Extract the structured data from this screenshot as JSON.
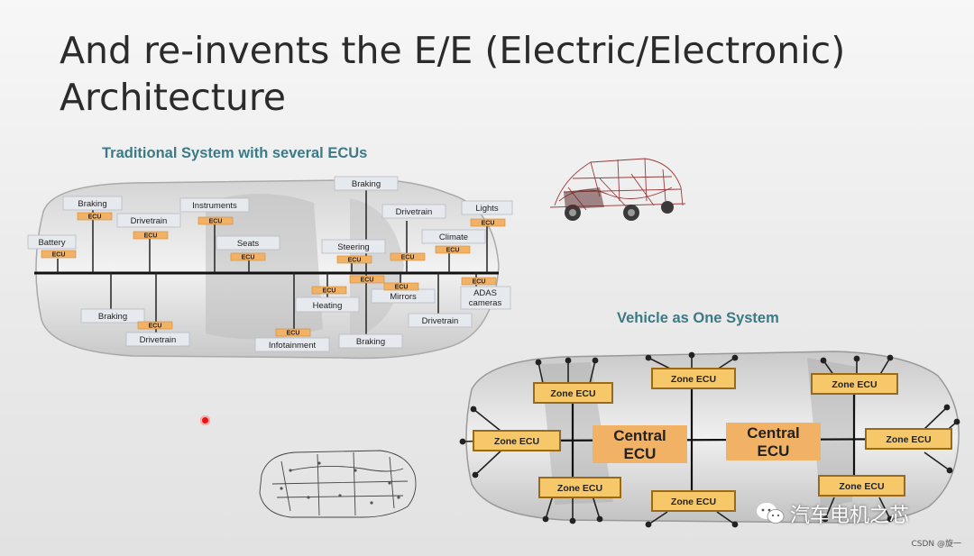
{
  "slide": {
    "title": "And re-invents the E/E (Electric/Electronic) Architecture",
    "traditional_heading": "Traditional System with several ECUs",
    "one_system_heading": "Vehicle as One System"
  },
  "traditional_boxes": {
    "braking1": "Braking",
    "battery": "Battery",
    "drivetrain1": "Drivetrain",
    "instruments": "Instruments",
    "seats": "Seats",
    "braking_top": "Braking",
    "steering": "Steering",
    "drivetrain2": "Drivetrain",
    "climate": "Climate",
    "lights": "Lights",
    "braking_low": "Braking",
    "drivetrain_low": "Drivetrain",
    "heating": "Heating",
    "infotainment": "Infotainment",
    "braking_bottom": "Braking",
    "mirrors": "Mirrors",
    "drivetrain_bottom": "Drivetrain",
    "adas_line1": "ADAS",
    "adas_line2": "cameras",
    "ecu": "ECU"
  },
  "one_system": {
    "zone": "Zone ECU",
    "central_line1": "Central",
    "central_line2": "ECU"
  },
  "watermark": {
    "text": "汽车电机之芯",
    "tag": "CSDN @旋一"
  },
  "colors": {
    "title": "#2b2b2b",
    "heading": "#3c7a86",
    "ecu_orange": "#f2b266",
    "zone_fill": "#f6c86a",
    "zone_border": "#9a6a18",
    "box_fill": "#e6e9ee"
  }
}
